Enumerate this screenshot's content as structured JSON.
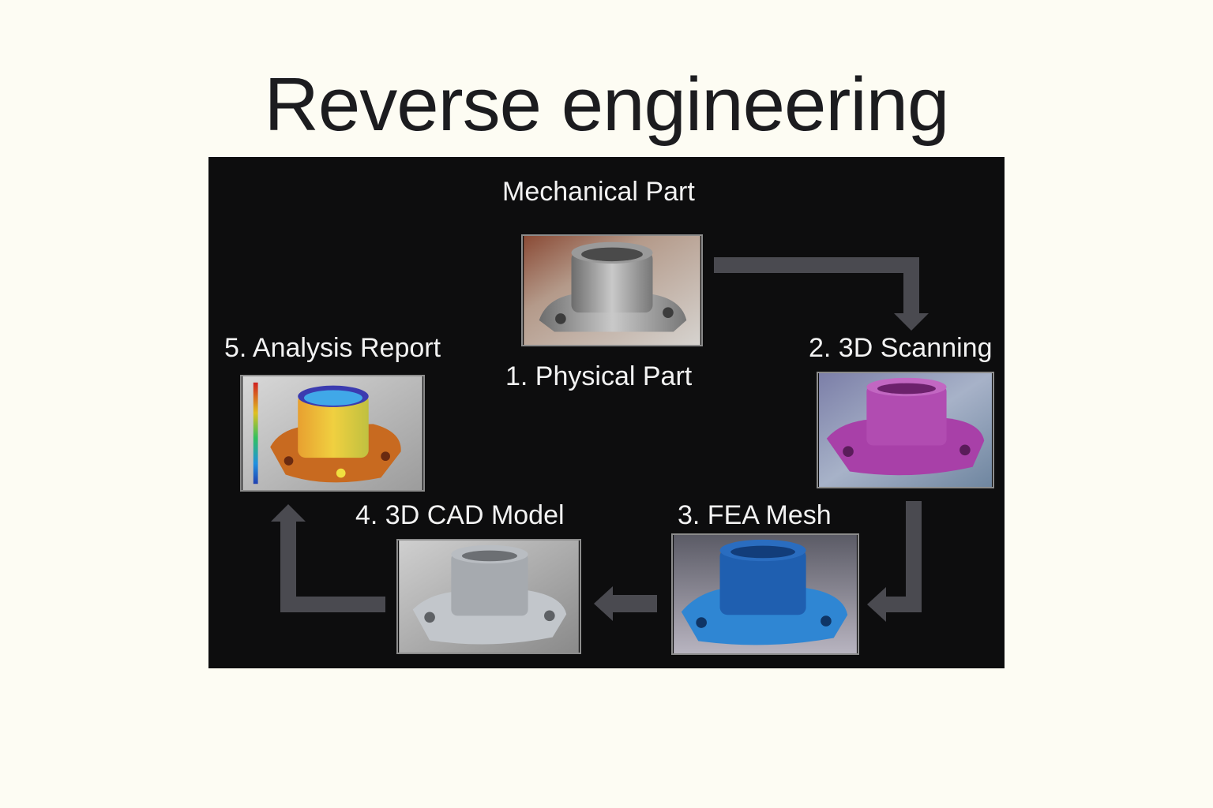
{
  "title": "Reverse engineering",
  "diagram": {
    "heading": "Mechanical Part",
    "steps": [
      {
        "label": "1. Physical Part",
        "image": "physical-part"
      },
      {
        "label": "2. 3D Scanning",
        "image": "3d-scan-magenta"
      },
      {
        "label": "3. FEA Mesh",
        "image": "fea-mesh-blue"
      },
      {
        "label": "4. 3D CAD Model",
        "image": "cad-model-gray"
      },
      {
        "label": "5. Analysis Report",
        "image": "analysis-heatmap"
      }
    ],
    "colors": {
      "panel": "#0d0d0e",
      "arrow": "#4a4a50",
      "scan": "#b040b0",
      "mesh": "#2a7fd0",
      "cad": "#b4b8bd"
    }
  }
}
